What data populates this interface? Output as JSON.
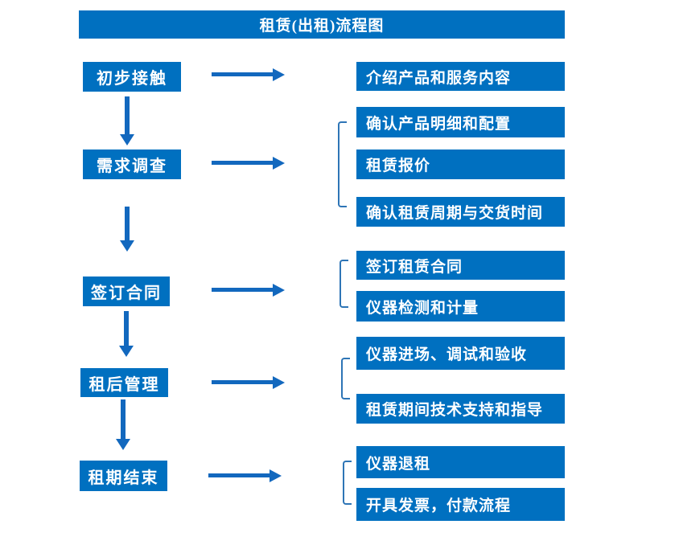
{
  "title": "租赁(出租)流程图",
  "colors": {
    "box": "#0070C0",
    "arrow": "#1268BE",
    "bracket": "#2E75B6",
    "text": "#FFFFFF"
  },
  "flow": {
    "steps": [
      {
        "label": "初步接触",
        "outputs": [
          "介绍产品和服务内容"
        ]
      },
      {
        "label": "需求调查",
        "outputs": [
          "确认产品明细和配置",
          "租赁报价",
          "确认租赁周期与交货时间"
        ]
      },
      {
        "label": "签订合同",
        "outputs": [
          "签订租赁合同",
          "仪器检测和计量"
        ]
      },
      {
        "label": "租后管理",
        "outputs": [
          "仪器进场、调试和验收",
          "租赁期间技术支持和指导"
        ]
      },
      {
        "label": "租期结束",
        "outputs": [
          "仪器退租",
          "开具发票，付款流程"
        ]
      }
    ]
  }
}
